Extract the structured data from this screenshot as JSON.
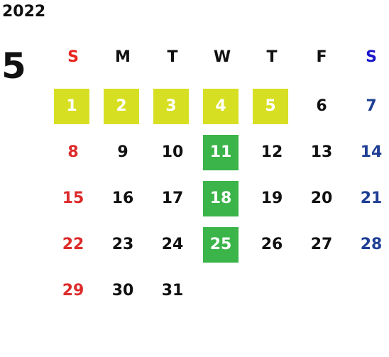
{
  "calendar": {
    "year": "2022",
    "month": "5",
    "weekdays": [
      "S",
      "M",
      "T",
      "W",
      "T",
      "F",
      "S"
    ],
    "weeks": [
      [
        {
          "day": "1",
          "highlight": "yellow"
        },
        {
          "day": "2",
          "highlight": "yellow"
        },
        {
          "day": "3",
          "highlight": "yellow"
        },
        {
          "day": "4",
          "highlight": "yellow"
        },
        {
          "day": "5",
          "highlight": "yellow"
        },
        {
          "day": "6",
          "highlight": ""
        },
        {
          "day": "7",
          "highlight": ""
        }
      ],
      [
        {
          "day": "8",
          "highlight": ""
        },
        {
          "day": "9",
          "highlight": ""
        },
        {
          "day": "10",
          "highlight": ""
        },
        {
          "day": "11",
          "highlight": "green"
        },
        {
          "day": "12",
          "highlight": ""
        },
        {
          "day": "13",
          "highlight": ""
        },
        {
          "day": "14",
          "highlight": ""
        }
      ],
      [
        {
          "day": "15",
          "highlight": ""
        },
        {
          "day": "16",
          "highlight": ""
        },
        {
          "day": "17",
          "highlight": ""
        },
        {
          "day": "18",
          "highlight": "green"
        },
        {
          "day": "19",
          "highlight": ""
        },
        {
          "day": "20",
          "highlight": ""
        },
        {
          "day": "21",
          "highlight": ""
        }
      ],
      [
        {
          "day": "22",
          "highlight": ""
        },
        {
          "day": "23",
          "highlight": ""
        },
        {
          "day": "24",
          "highlight": ""
        },
        {
          "day": "25",
          "highlight": "green"
        },
        {
          "day": "26",
          "highlight": ""
        },
        {
          "day": "27",
          "highlight": ""
        },
        {
          "day": "28",
          "highlight": ""
        }
      ],
      [
        {
          "day": "29",
          "highlight": ""
        },
        {
          "day": "30",
          "highlight": ""
        },
        {
          "day": "31",
          "highlight": ""
        }
      ]
    ]
  },
  "colors": {
    "sunday": "#dd2a2a",
    "saturday": "#1f3f94",
    "highlight_yellow": "#d7df23",
    "highlight_green": "#3bb44a"
  }
}
